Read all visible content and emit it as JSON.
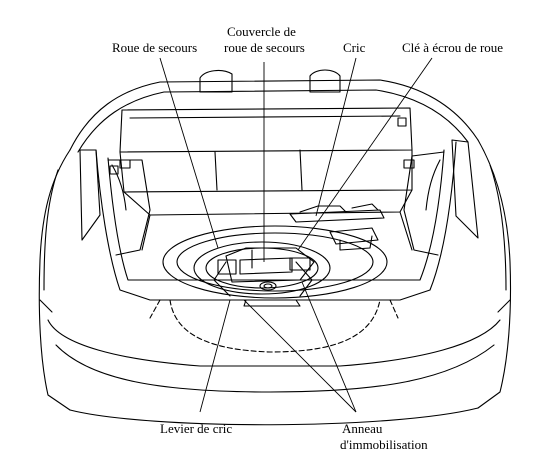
{
  "labels": {
    "spare_wheel": "Roue de secours",
    "spare_cover_line1": "Couvercle de",
    "spare_cover_line2": "roue de secours",
    "jack": "Cric",
    "wheel_nut_wrench": "Clé à écrou de roue",
    "jack_lever": "Levier de cric",
    "tie_down_line1": "Anneau",
    "tie_down_line2": "d'immobilisation"
  },
  "colors": {
    "line": "#000000",
    "background": "#ffffff"
  }
}
